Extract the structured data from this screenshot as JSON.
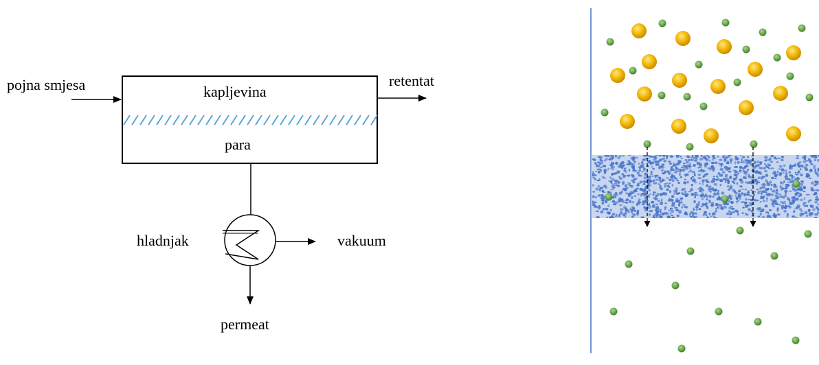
{
  "process_diagram": {
    "feed_label": "pojna smjesa",
    "retentate_label": "retentat",
    "liquid_label": "kapljevina",
    "vapor_label": "para",
    "condenser_label": "hladnjak",
    "vacuum_label": "vakuum",
    "permeate_label": "permeat"
  },
  "membrane_illustration": {
    "colors": {
      "large_molecule": "#f2b705",
      "small_molecule": "#6aa84f",
      "membrane": "#4a76c8",
      "feed_line": "#4472c4"
    }
  }
}
